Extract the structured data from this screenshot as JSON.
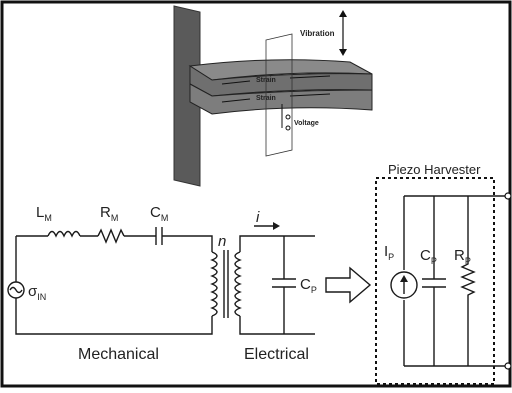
{
  "figure": {
    "top": {
      "vibration_label": "Vibration",
      "strain_upper_label": "Strain",
      "strain_lower_label": "Strain",
      "voltage_label": "Voltage"
    },
    "mechanical": {
      "inductor": {
        "main": "L",
        "sub": "M"
      },
      "resistor": {
        "main": "R",
        "sub": "M"
      },
      "capacitor": {
        "main": "C",
        "sub": "M"
      },
      "source": {
        "main": "σ",
        "sub": "IN"
      },
      "section_label": "Mechanical"
    },
    "transformer_label": "n",
    "electrical": {
      "current_label": "i",
      "capacitor": {
        "main": "C",
        "sub": "P"
      },
      "section_label": "Electrical"
    },
    "harvester": {
      "title": "Piezo Harvester",
      "current_source": {
        "main": "I",
        "sub": "P"
      },
      "capacitor": {
        "main": "C",
        "sub": "P"
      },
      "resistor": {
        "main": "R",
        "sub": "P"
      }
    },
    "colors": {
      "line": "#1a1a1a",
      "clamp": "#5a5a5a",
      "beam": "#7a7a7a"
    }
  }
}
